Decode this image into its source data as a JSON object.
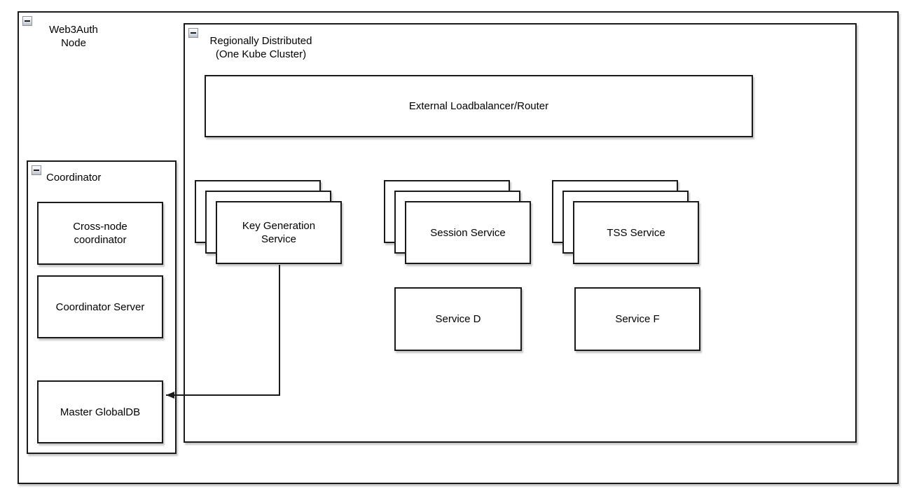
{
  "colors": {
    "stroke": "#1a1a1a",
    "fill": "#ffffff"
  },
  "groups": {
    "web3auth_node": {
      "title_line1": "Web3Auth",
      "title_line2": "Node"
    },
    "regional": {
      "title_line1": "Regionally Distributed",
      "title_line2": "(One Kube Cluster)"
    },
    "coordinator": {
      "title": "Coordinator"
    }
  },
  "nodes": {
    "external_lb": {
      "label": "External Loadbalancer/Router"
    },
    "cross_node_coordinator": {
      "line1": "Cross-node",
      "line2": "coordinator"
    },
    "coordinator_server": {
      "label": "Coordinator Server"
    },
    "master_globaldb": {
      "label": "Master GlobalDB"
    },
    "key_generation_service": {
      "line1": "Key Generation",
      "line2": "Service"
    },
    "session_service": {
      "label": "Session Service"
    },
    "tss_service": {
      "label": "TSS Service"
    },
    "service_d": {
      "label": "Service D"
    },
    "service_f": {
      "label": "Service F"
    }
  },
  "connections": [
    {
      "type": "arrow",
      "from": "key_generation_service",
      "to": "master_globaldb"
    }
  ]
}
